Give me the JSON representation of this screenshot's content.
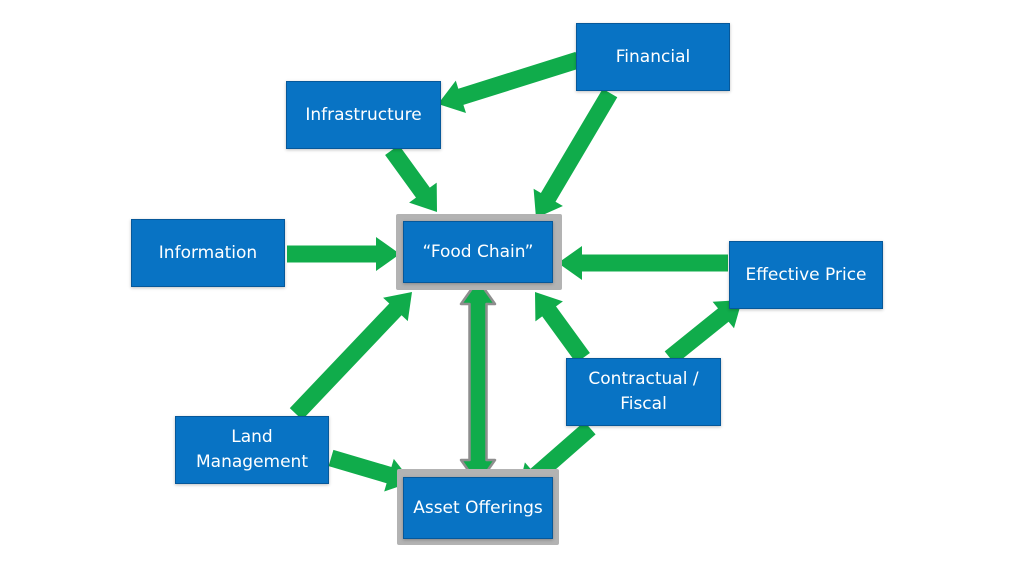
{
  "colors": {
    "box_fill": "#0873c4",
    "box_border": "#06589a",
    "arrow": "#10ac4b",
    "highlight_frame": "#b3b3b3",
    "text": "#ffffff"
  },
  "nodes": {
    "financial": "Financial",
    "infrastructure": "Infrastructure",
    "information": "Information",
    "food_chain": "“Food Chain”",
    "effective_price": "Effective Price",
    "contractual_fiscal": "Contractual /\nFiscal",
    "land_management": "Land\nManagement",
    "asset_offerings": "Asset Offerings"
  },
  "edges": [
    {
      "from": "financial",
      "to": "infrastructure"
    },
    {
      "from": "financial",
      "to": "food_chain"
    },
    {
      "from": "infrastructure",
      "to": "food_chain"
    },
    {
      "from": "information",
      "to": "food_chain"
    },
    {
      "from": "effective_price",
      "to": "food_chain"
    },
    {
      "from": "contractual_fiscal",
      "to": "food_chain"
    },
    {
      "from": "contractual_fiscal",
      "to": "effective_price"
    },
    {
      "from": "contractual_fiscal",
      "to": "asset_offerings"
    },
    {
      "from": "land_management",
      "to": "food_chain"
    },
    {
      "from": "land_management",
      "to": "asset_offerings"
    },
    {
      "from": "food_chain",
      "to": "asset_offerings",
      "bidirectional": true
    }
  ]
}
